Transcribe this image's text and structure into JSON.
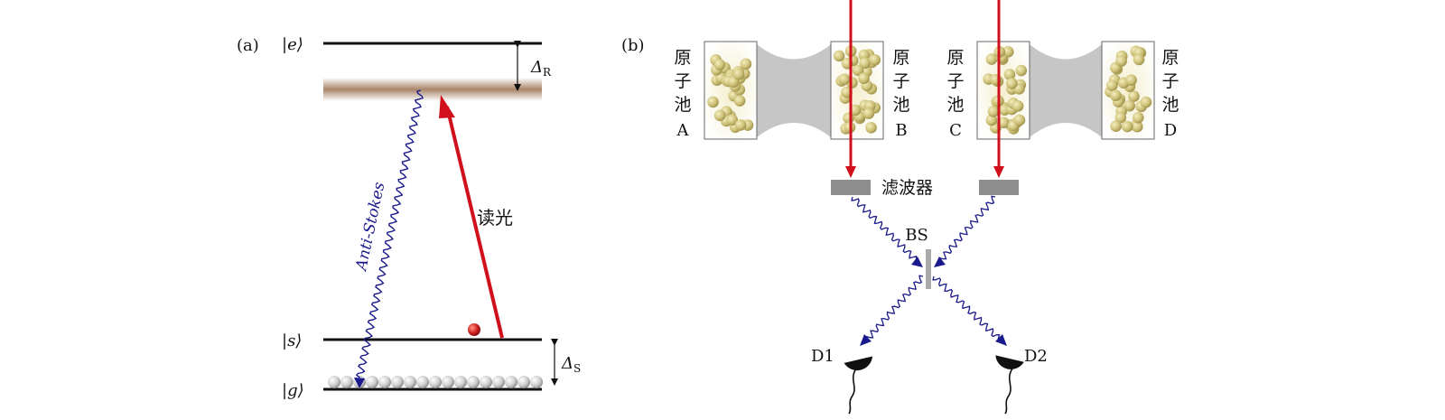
{
  "panel_a": {
    "label": "(a)",
    "ket_e": "|e⟩",
    "ket_s": "|s⟩",
    "ket_g": "|g⟩",
    "delta_r": "Δ",
    "delta_r_sub": "R",
    "delta_s": "Δ",
    "delta_s_sub": "S",
    "anti_stokes_label": "Anti-Stokes",
    "read_light_label": "读光"
  },
  "panel_b": {
    "label": "(b)",
    "cell_a": [
      "原",
      "子",
      "池",
      "A"
    ],
    "cell_b": [
      "原",
      "子",
      "池",
      "B"
    ],
    "cell_c": [
      "原",
      "子",
      "池",
      "C"
    ],
    "cell_d": [
      "原",
      "子",
      "池",
      "D"
    ],
    "filter_label": "滤波器",
    "bs_label": "BS",
    "d1_label": "D1",
    "d2_label": "D2"
  },
  "colors": {
    "red_beam": "#d0101c",
    "photon_blue": "#1a1a8c",
    "atom_gold": "#c9bd6a",
    "grey_mode": "#c8c8c8",
    "broad_level": "#b08c6e"
  }
}
